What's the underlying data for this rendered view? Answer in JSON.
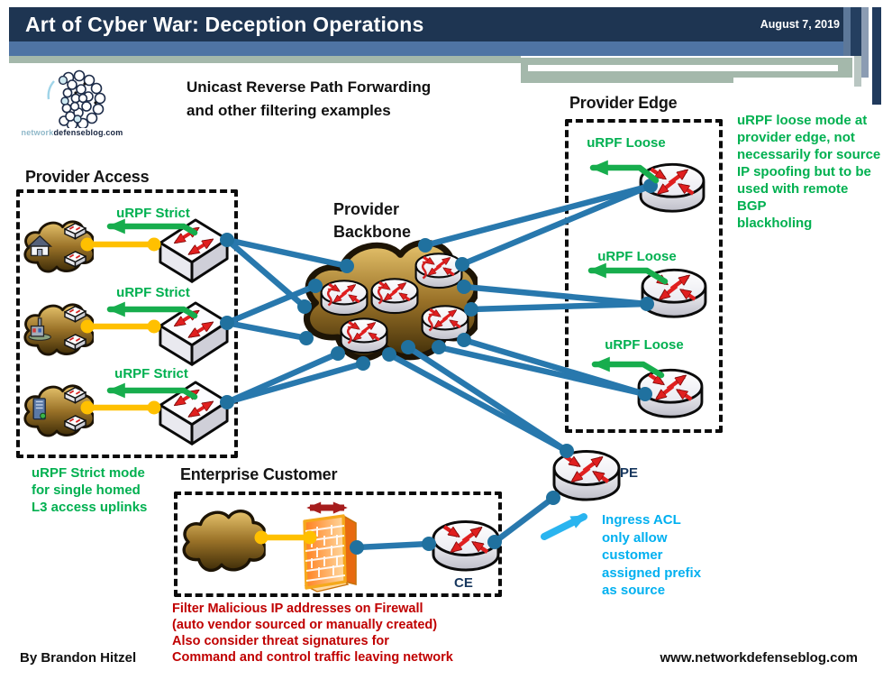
{
  "header": {
    "title": "Art of Cyber War: Deception Operations",
    "date": "August 7, 2019"
  },
  "logo": {
    "brand_light": "network",
    "brand_dark": "defenseblog.com"
  },
  "subtitle": {
    "line1": "Unicast Reverse Path Forwarding",
    "line2": "and other filtering examples"
  },
  "access": {
    "title": "Provider Access",
    "rows": [
      {
        "label": "uRPF Strict"
      },
      {
        "label": "uRPF Strict"
      },
      {
        "label": "uRPF Strict"
      }
    ],
    "note": [
      "uRPF Strict mode",
      "for single homed",
      "L3 access uplinks"
    ]
  },
  "backbone": {
    "title_line1": "Provider",
    "title_line2": "Backbone"
  },
  "edge": {
    "title": "Provider Edge",
    "rows": [
      {
        "label": "uRPF Loose"
      },
      {
        "label": "uRPF Loose"
      },
      {
        "label": "uRPF Loose"
      }
    ],
    "note": [
      "uRPF loose mode at",
      "provider edge, not",
      "necessarily for source",
      "IP spoofing but to be",
      "used with remote BGP",
      "blackholing"
    ]
  },
  "enterprise": {
    "title": "Enterprise Customer",
    "ce_label": "CE"
  },
  "pe": {
    "label": "PE",
    "note": [
      "Ingress ACL",
      "only allow",
      "customer",
      "assigned prefix",
      "as source"
    ]
  },
  "firewall_note": [
    "Filter Malicious IP addresses on Firewall",
    "(auto vendor sourced or manually created)",
    "Also consider threat signatures for",
    "Command and control traffic leaving network"
  ],
  "footer": {
    "author": "By Brandon Hitzel",
    "website": "www.networkdefenseblog.com"
  },
  "colors": {
    "link_blue": "#2878ad",
    "link_yellow": "#ffc000",
    "arrow_green": "#17ad4d",
    "note_green": "#00b050",
    "note_red": "#c00000",
    "note_cyan": "#00b0f0",
    "header_navy": "#1e3552",
    "header_blue": "#4f74a4",
    "header_sage": "#a4b8ab"
  }
}
